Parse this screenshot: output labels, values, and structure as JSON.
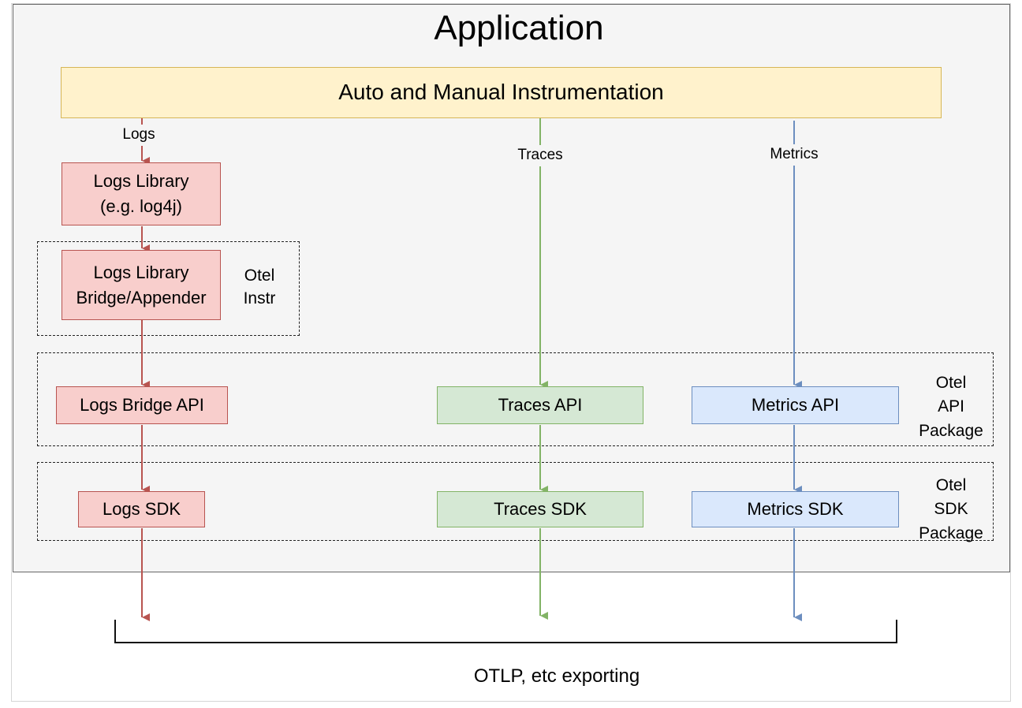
{
  "title": "Application",
  "instrumentation": "Auto and Manual Instrumentation",
  "flows": {
    "logs": "Logs",
    "traces": "Traces",
    "metrics": "Metrics"
  },
  "logs_library": [
    "Logs Library",
    "(e.g. log4j)"
  ],
  "logs_bridge": [
    "Logs Library",
    "Bridge/Appender"
  ],
  "otel_instr": [
    "Otel",
    "Instr"
  ],
  "apis": {
    "logs": "Logs Bridge API",
    "traces": "Traces API",
    "metrics": "Metrics API"
  },
  "api_package": [
    "Otel",
    "API",
    "Package"
  ],
  "sdks": {
    "logs": "Logs SDK",
    "traces": "Traces SDK",
    "metrics": "Metrics SDK"
  },
  "sdk_package": [
    "Otel",
    "SDK",
    "Package"
  ],
  "exporting": "OTLP, etc exporting",
  "colors": {
    "logs": "#b85450",
    "traces": "#82b366",
    "metrics": "#6c8ebf"
  }
}
